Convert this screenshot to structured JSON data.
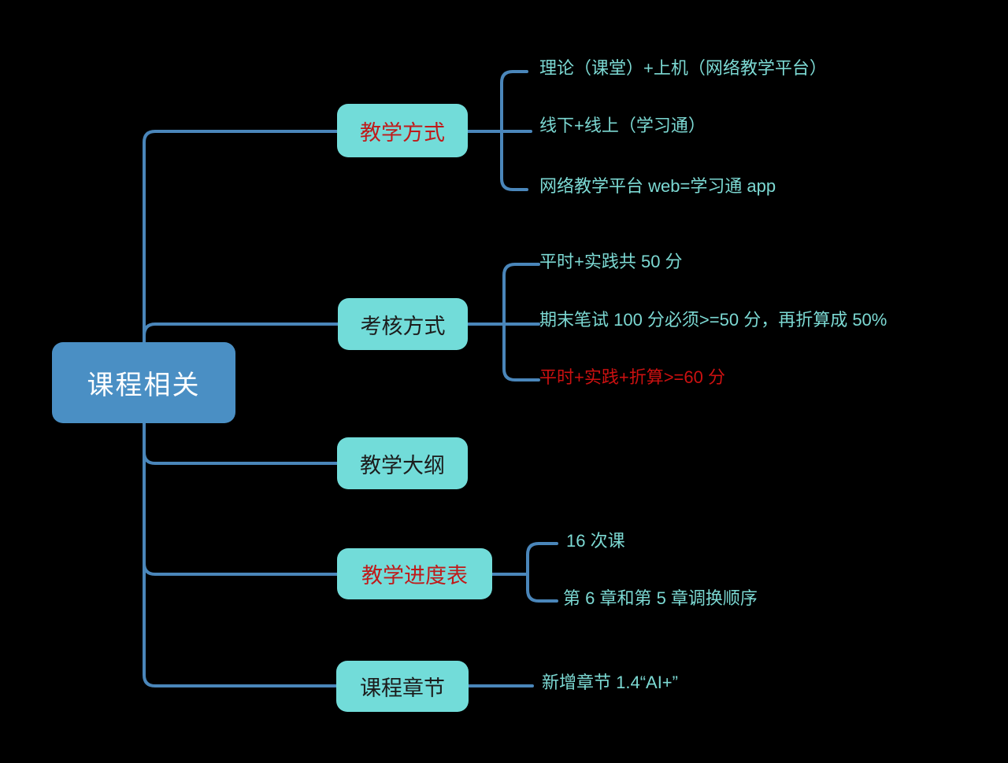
{
  "background": "#000000",
  "connector_color": "#4a86ba",
  "root": {
    "label": "课程相关",
    "bg": "#4a8fc4",
    "text_color": "#ffffff"
  },
  "branches": [
    {
      "label": "教学方式",
      "bg": "#72dcd9",
      "text_color": "#c01a1a",
      "children": [
        {
          "text": "理论（课堂）+上机（网络教学平台）",
          "color": "#7cd9d3"
        },
        {
          "text": "线下+线上（学习通）",
          "color": "#7cd9d3"
        },
        {
          "text": "网络教学平台 web=学习通 app",
          "color": "#7cd9d3"
        }
      ]
    },
    {
      "label": "考核方式",
      "bg": "#72dcd9",
      "text_color": "#1c1c1c",
      "children": [
        {
          "text": "平时+实践共 50 分",
          "color": "#7cd9d3"
        },
        {
          "text": "期末笔试 100 分必须>=50 分，再折算成 50%",
          "color": "#7cd9d3"
        },
        {
          "text": "平时+实践+折算>=60 分",
          "color": "#cc1111"
        }
      ]
    },
    {
      "label": "教学大纲",
      "bg": "#72dcd9",
      "text_color": "#1c1c1c",
      "children": []
    },
    {
      "label": "教学进度表",
      "bg": "#72dcd9",
      "text_color": "#c01a1a",
      "children": [
        {
          "text": "16 次课",
          "color": "#7cd9d3"
        },
        {
          "text": "第 6 章和第 5 章调换顺序",
          "color": "#7cd9d3"
        }
      ]
    },
    {
      "label": "课程章节",
      "bg": "#72dcd9",
      "text_color": "#1c1c1c",
      "children": [
        {
          "text": "新增章节 1.4“AI+”",
          "color": "#7cd9d3"
        }
      ]
    }
  ]
}
